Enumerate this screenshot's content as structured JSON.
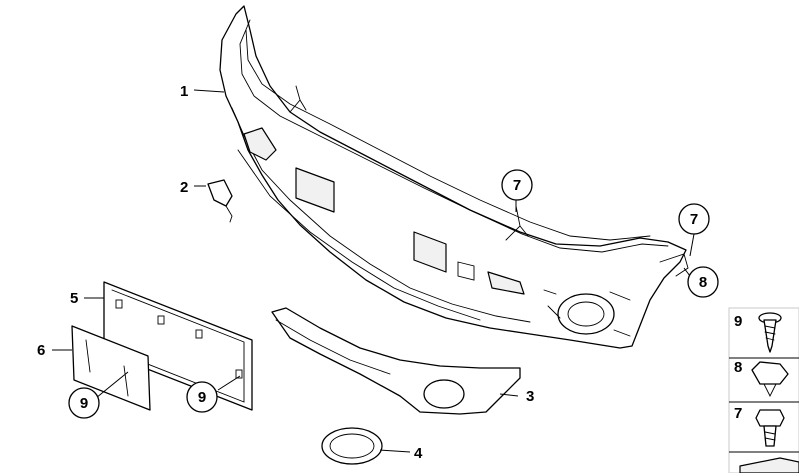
{
  "callouts": {
    "c1": "1",
    "c2": "2",
    "c3": "3",
    "c4": "4",
    "c5": "5",
    "c6": "6",
    "c7a": "7",
    "c7b": "7",
    "c8": "8",
    "c9a": "9",
    "c9b": "9"
  },
  "legend": {
    "item9": "9",
    "item8": "8",
    "item7": "7"
  },
  "colors": {
    "line": "#000000",
    "background": "#ffffff",
    "legend_border": "#c8c8c8"
  }
}
